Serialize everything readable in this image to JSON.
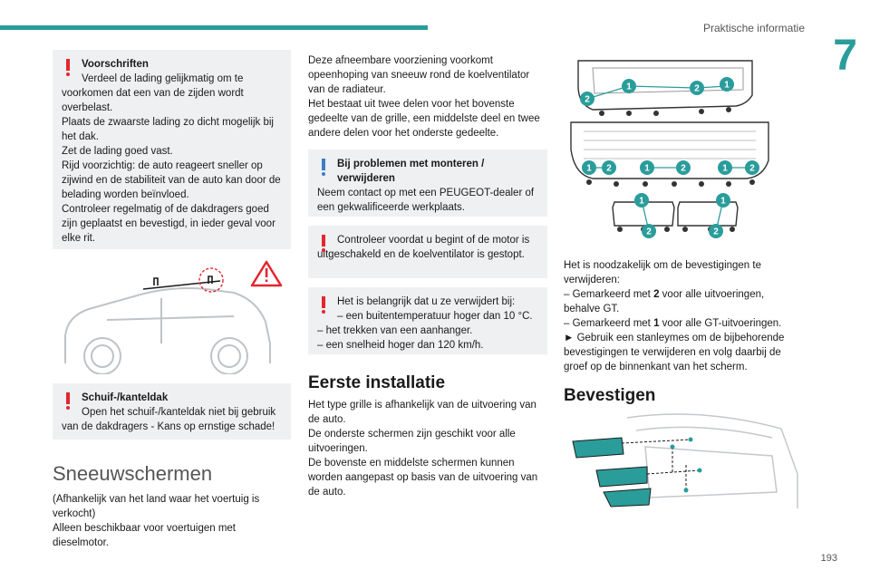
{
  "header": {
    "section": "Praktische informatie",
    "chapter": "7",
    "page": "193"
  },
  "left": {
    "box1": {
      "title": "Voorschriften",
      "lines": [
        "Verdeel de lading gelijkmatig om te voorkomen dat een van de zijden wordt overbelast.",
        "Plaats de zwaarste lading zo dicht mogelijk bij het dak.",
        "Zet de lading goed vast.",
        "Rijd voorzichtig: de auto reageert sneller op zijwind en de stabiliteit van de auto kan door de belading worden beïnvloed.",
        "Controleer regelmatig of de dakdragers goed zijn geplaatst en bevestigd, in ieder geval voor elke rit."
      ]
    },
    "box2": {
      "title": "Schuif-/kanteldak",
      "text": "Open het schuif-/kanteldak niet bij gebruik van de dakdragers - Kans op ernstige schade!"
    },
    "heading": "Sneeuwschermen",
    "paragraphs": [
      "(Afhankelijk van het land waar het voertuig is verkocht)",
      "Alleen beschikbaar voor voertuigen met dieselmotor."
    ]
  },
  "middle": {
    "intro": [
      "Deze afneembare voorziening voorkomt opeenhoping van sneeuw rond de koelventilator van de radiateur.",
      "Het bestaat uit twee delen voor het bovenste gedeelte van de grille, een middelste deel en twee andere delen voor het onderste gedeelte."
    ],
    "box_info": {
      "title": "Bij problemen met monteren / verwijderen",
      "text": "Neem contact op met een PEUGEOT-dealer of een gekwalificeerde werkplaats."
    },
    "box_warn1": {
      "text": "Controleer voordat u begint of de motor is uitgeschakeld en de koelventilator is gestopt."
    },
    "box_warn2": {
      "lead": "Het is belangrijk dat u ze verwijdert bij:",
      "items": [
        "– een buitentemperatuur hoger dan 10 °C.",
        "– het trekken van een aanhanger.",
        "– een snelheid hoger dan 120 km/h."
      ]
    },
    "heading": "Eerste installatie",
    "paragraphs": [
      "Het type grille is afhankelijk van de uitvoering van de auto.",
      "De onderste schermen zijn geschikt voor alle uitvoeringen.",
      "De bovenste en middelste schermen kunnen worden aangepast op basis van de uitvoering van de auto."
    ]
  },
  "right": {
    "callout1": "1",
    "callout2": "2",
    "removal": {
      "lead": "Het is noodzakelijk om de bevestigingen te verwijderen:",
      "item1_pre": "– Gemarkeerd met ",
      "item1_num": "2",
      "item1_post": " voor alle uitvoeringen, behalve GT.",
      "item2_pre": "– Gemarkeerd met ",
      "item2_num": "1",
      "item2_post": " voor alle GT-uitvoeringen.",
      "item3": "► Gebruik een stanleymes om de bijbehorende bevestigingen te verwijderen en volg daarbij de groef op de binnenkant van het scherm."
    },
    "heading": "Bevestigen"
  },
  "colors": {
    "accent": "#2a9d9b",
    "warning": "#e3262f",
    "info": "#3b7fc4",
    "box_bg": "#eef0f2"
  }
}
